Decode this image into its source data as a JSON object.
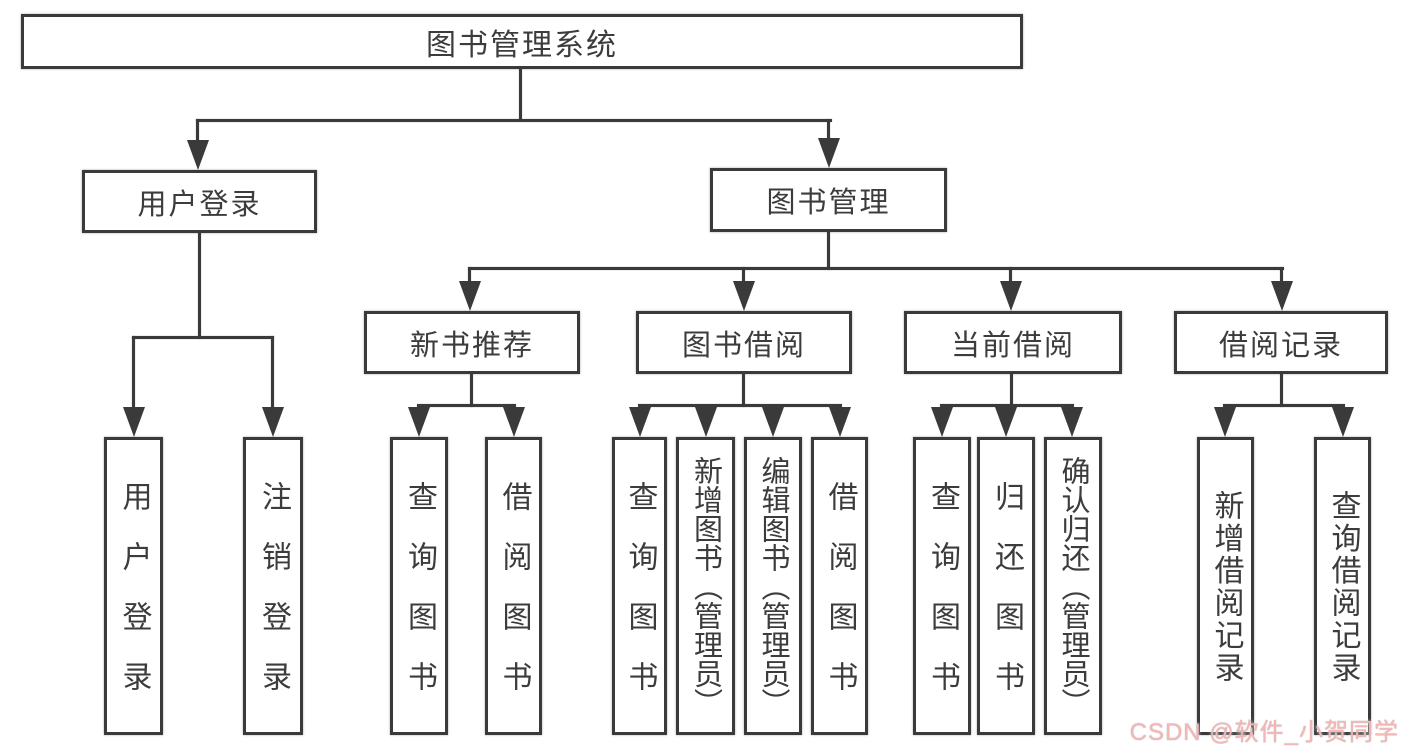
{
  "diagram": {
    "title": "图书管理系统",
    "type": "hierarchy-tree",
    "nodes": [
      {
        "id": "root",
        "label": "图书管理系统",
        "parent": null
      },
      {
        "id": "login",
        "label": "用户登录",
        "parent": "root"
      },
      {
        "id": "mgmt",
        "label": "图书管理",
        "parent": "root"
      },
      {
        "id": "rec",
        "label": "新书推荐",
        "parent": "mgmt"
      },
      {
        "id": "borrow",
        "label": "图书借阅",
        "parent": "mgmt"
      },
      {
        "id": "current",
        "label": "当前借阅",
        "parent": "mgmt"
      },
      {
        "id": "record",
        "label": "借阅记录",
        "parent": "mgmt"
      },
      {
        "id": "login-user",
        "label": "用户登录",
        "parent": "login"
      },
      {
        "id": "login-logout",
        "label": "注销登录",
        "parent": "login"
      },
      {
        "id": "rec-query",
        "label": "查询图书",
        "parent": "rec"
      },
      {
        "id": "rec-borrow",
        "label": "借阅图书",
        "parent": "rec"
      },
      {
        "id": "borrow-query",
        "label": "查询图书",
        "parent": "borrow"
      },
      {
        "id": "borrow-add",
        "label": "新增图书（管理员）",
        "parent": "borrow"
      },
      {
        "id": "borrow-edit",
        "label": "编辑图书（管理员）",
        "parent": "borrow"
      },
      {
        "id": "borrow-borrow",
        "label": "借阅图书",
        "parent": "borrow"
      },
      {
        "id": "cur-query",
        "label": "查询图书",
        "parent": "current"
      },
      {
        "id": "cur-return",
        "label": "归还图书",
        "parent": "current"
      },
      {
        "id": "cur-confirm",
        "label": "确认归还（管理员）",
        "parent": "current"
      },
      {
        "id": "rec2-add",
        "label": "新增借阅记录",
        "parent": "record"
      },
      {
        "id": "rec2-query",
        "label": "查询借阅记录",
        "parent": "record"
      }
    ]
  },
  "watermark": {
    "text": "CSDN @软件_小贺同学",
    "color": "#f2b7b7"
  },
  "colors": {
    "line": "#3a3a3a",
    "text": "#3c3c3c",
    "background": "#ffffff"
  }
}
